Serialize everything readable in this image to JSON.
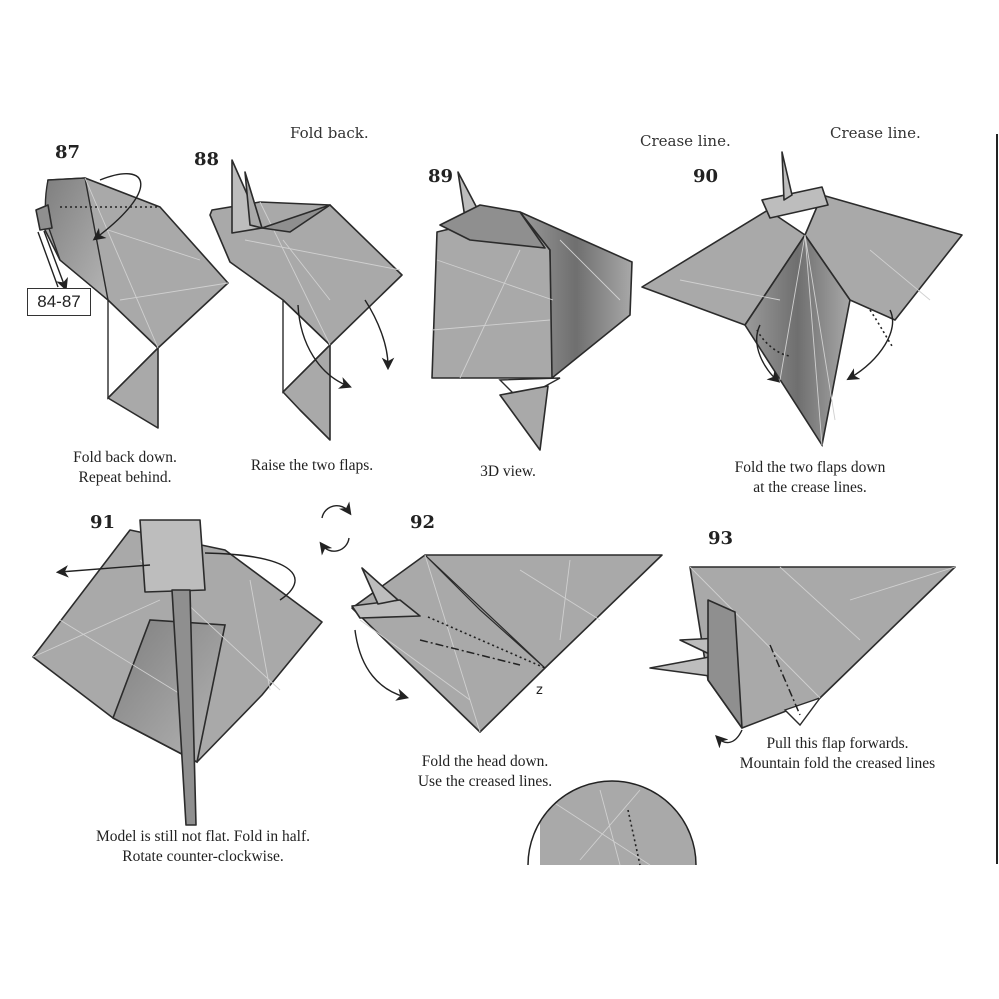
{
  "page": {
    "cut_top_text": [
      "Fold back.",
      "Crease line.",
      "Crease line."
    ]
  },
  "steps": [
    {
      "number": "87",
      "caption_lines": [
        "Fold back down.",
        "Repeat behind."
      ],
      "reference": "84-87"
    },
    {
      "number": "88",
      "caption_lines": [
        "Raise the two flaps."
      ]
    },
    {
      "number": "89",
      "caption_lines": [
        "3D view."
      ]
    },
    {
      "number": "90",
      "caption_lines": [
        "Fold the two flaps down",
        "at the crease lines."
      ]
    },
    {
      "number": "91",
      "caption_lines": [
        "Model is still not flat. Fold in half.",
        "Rotate counter-clockwise."
      ]
    },
    {
      "number": "92",
      "caption_lines": [
        "Fold the head down.",
        "Use the creased lines."
      ]
    },
    {
      "number": "93",
      "caption_lines": [
        "Pull this flap forwards.",
        "Mountain fold the creased lines"
      ]
    }
  ],
  "icons": [
    "rotate-icon",
    "arrow-icon",
    "mountain-fold-line",
    "valley-fold-line"
  ],
  "colors": {
    "paper": "#a9a9a9",
    "paper_dark": "#8f8f8f",
    "line": "#2b2b2b",
    "background": "#ffffff"
  }
}
